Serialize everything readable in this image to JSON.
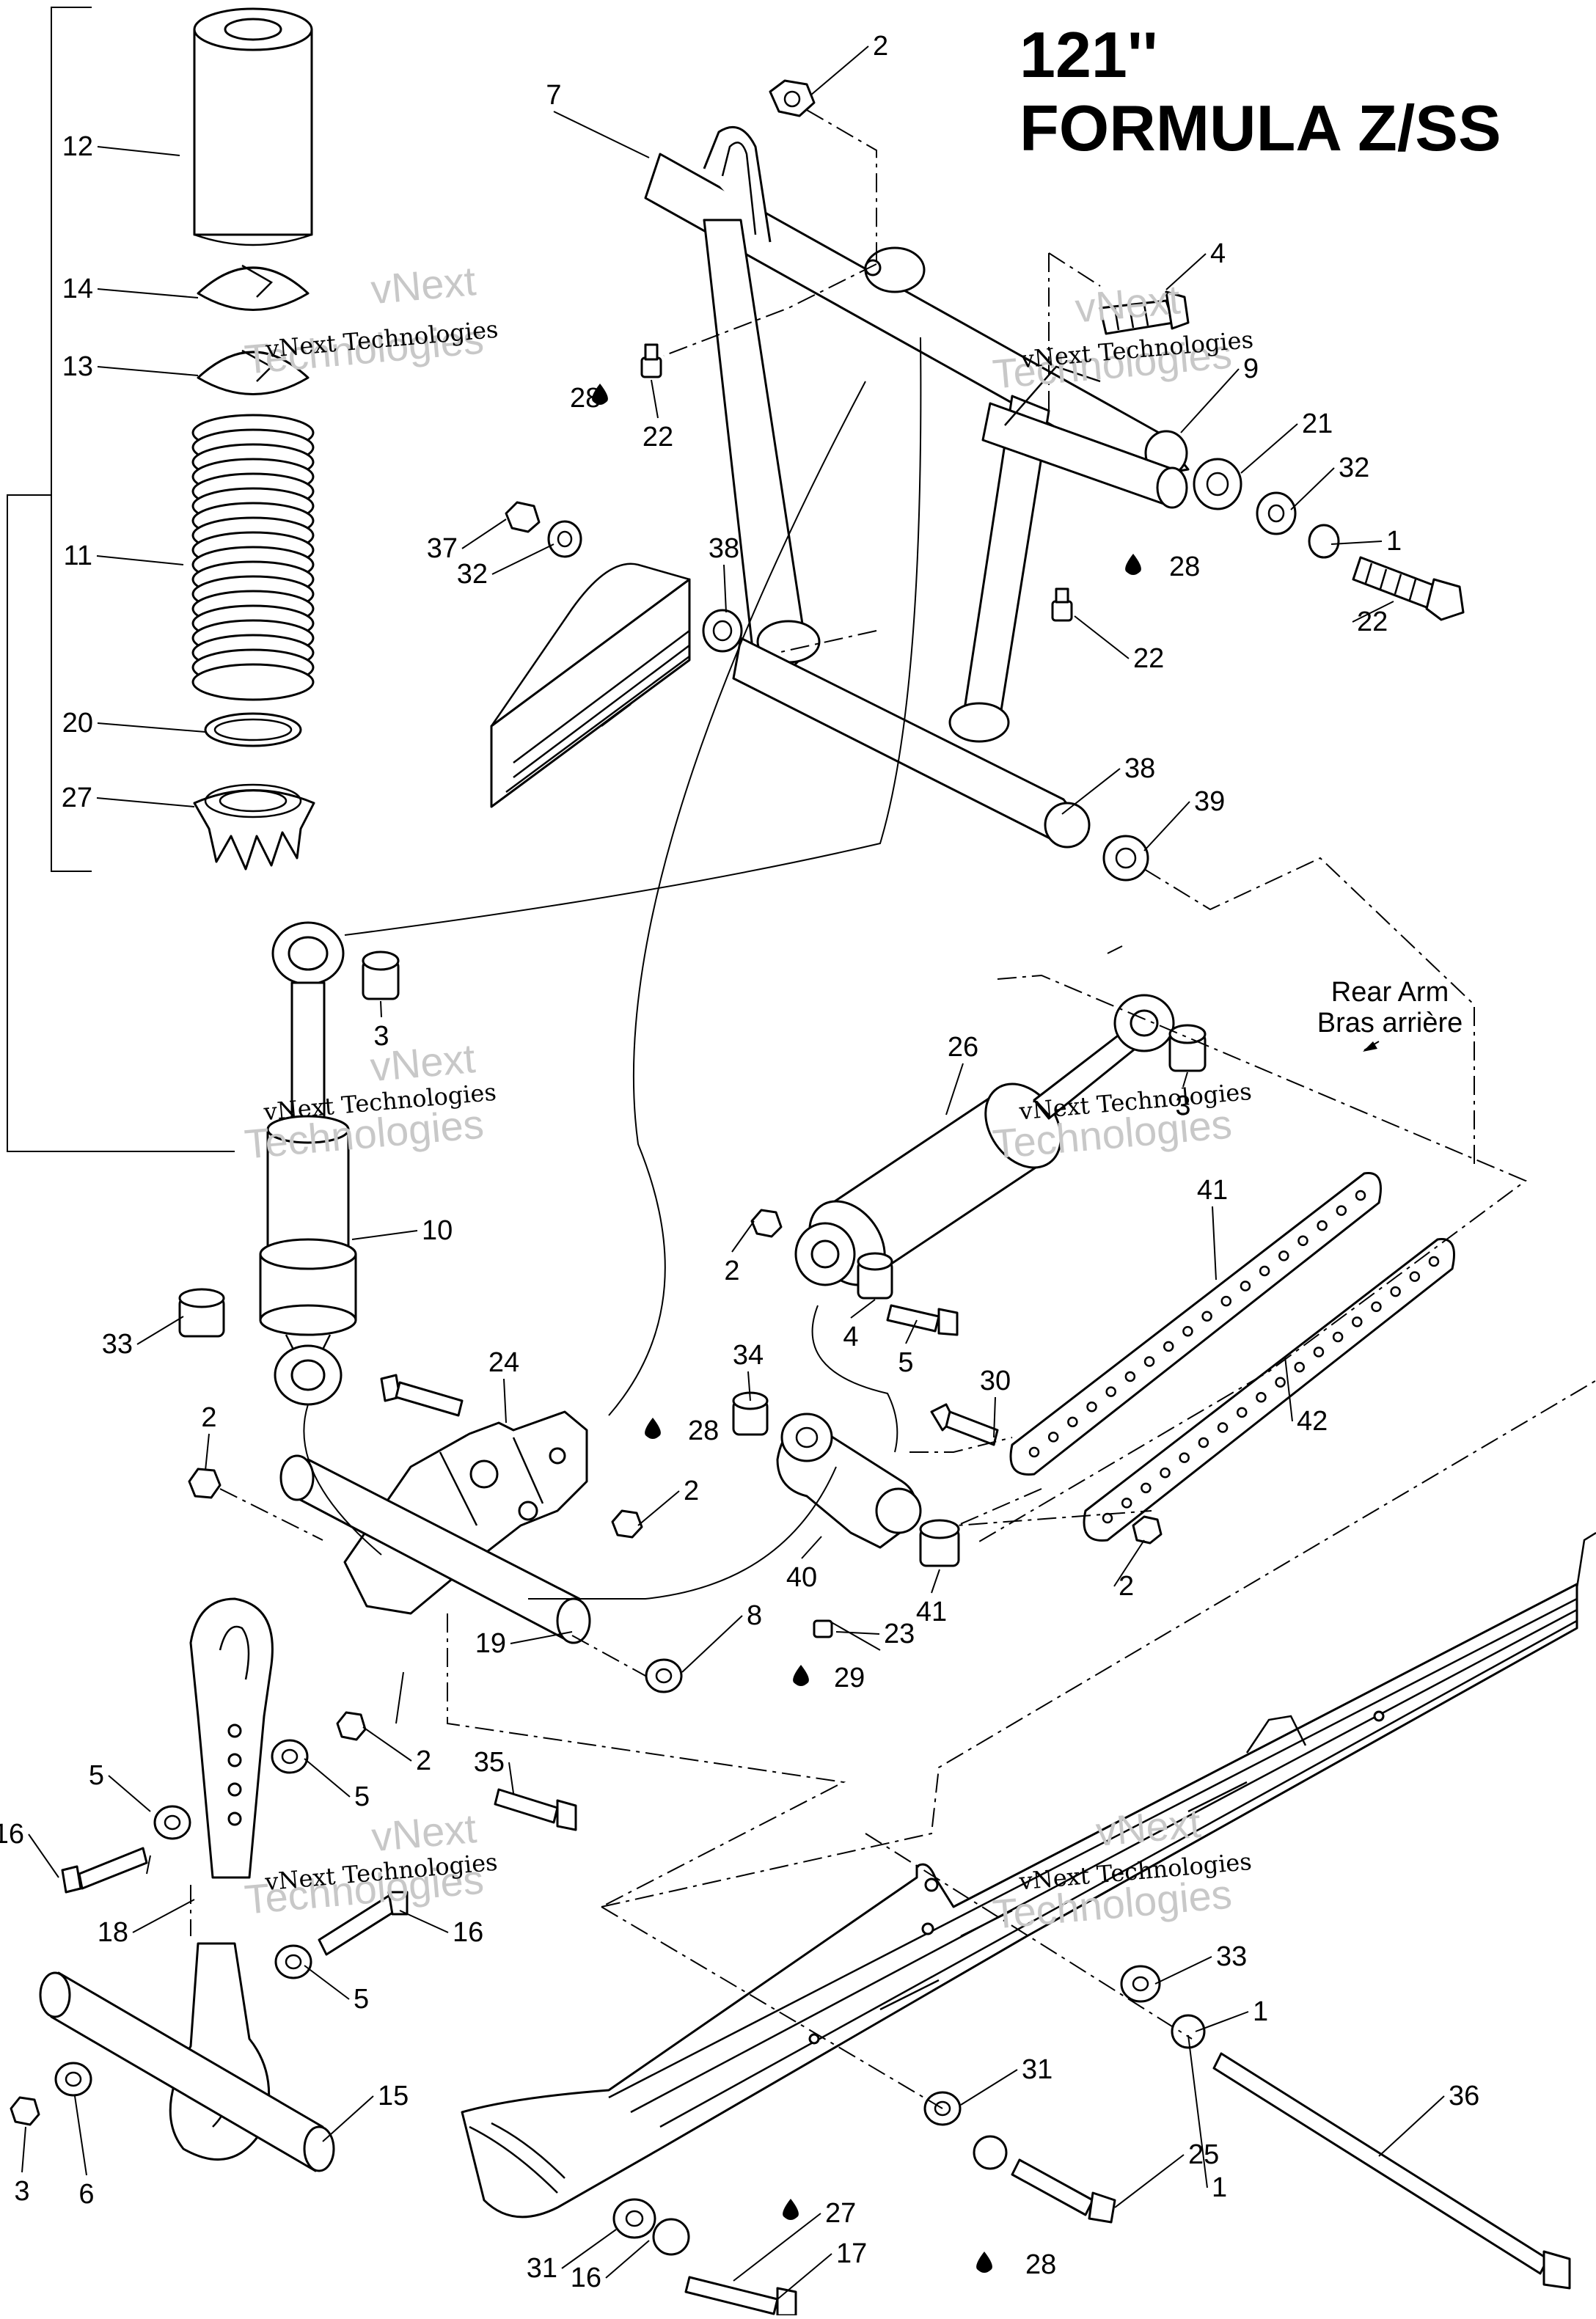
{
  "title": {
    "line1": "121''",
    "line2": "FORMULA Z/SS"
  },
  "rear_arm_note": {
    "en": "Rear Arm",
    "fr": "Bras arrière"
  },
  "watermark": {
    "line1": "vNext Technologies",
    "line2": "Technologies",
    "top": "vNext"
  },
  "callouts": [
    "1",
    "1",
    "1",
    "2",
    "2",
    "2",
    "2",
    "2",
    "2",
    "3",
    "3",
    "3",
    "4",
    "4",
    "5",
    "5",
    "5",
    "5",
    "6",
    "7",
    "8",
    "9",
    "10",
    "11",
    "12",
    "13",
    "14",
    "15",
    "16",
    "16",
    "16",
    "17",
    "18",
    "19",
    "20",
    "21",
    "22",
    "22",
    "22",
    "23",
    "24",
    "25",
    "26",
    "27",
    "27",
    "28",
    "28",
    "28",
    "28",
    "29",
    "30",
    "31",
    "31",
    "32",
    "32",
    "33",
    "33",
    "34",
    "35",
    "36",
    "37",
    "38",
    "38",
    "39",
    "40",
    "41",
    "41",
    "42"
  ]
}
